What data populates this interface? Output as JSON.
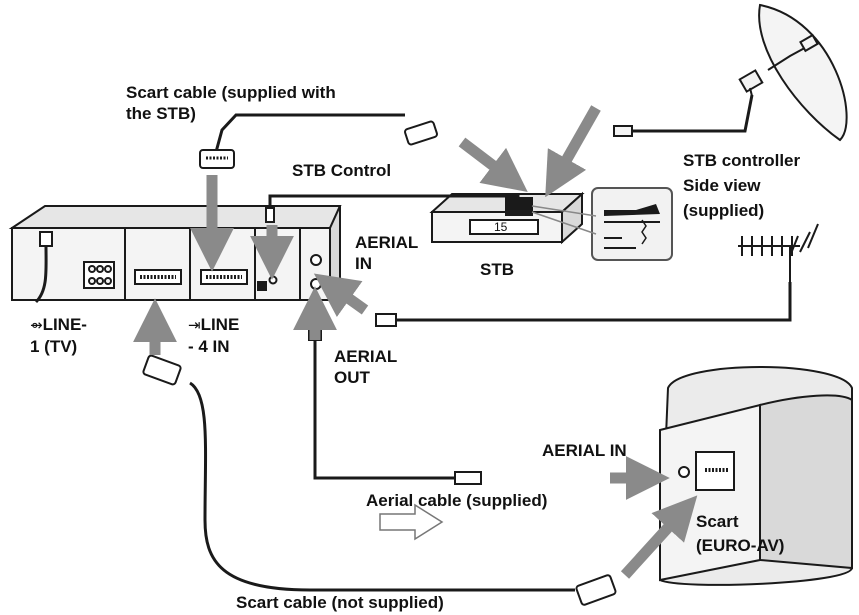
{
  "labels": {
    "scart_stb_line1": "Scart cable (supplied with",
    "scart_stb_line2": "the STB)",
    "stb_control": "STB Control",
    "stb_controller_line1": "STB controller",
    "stb_controller_line2": "Side view",
    "stb_controller_line3": "(supplied)",
    "aerial_in_vcr_line1": "AERIAL",
    "aerial_in_vcr_line2": "IN",
    "stb": "STB",
    "line1_glyph": "⇴",
    "line1_line1": "LINE-",
    "line1_line2": "1 (TV)",
    "line4_glyph": "⇥",
    "line4_line1": "LINE",
    "line4_line2": "- 4 IN",
    "aerial_out_line1": "AERIAL",
    "aerial_out_line2": "OUT",
    "aerial_in_tv": "AERIAL IN",
    "aerial_cable": "Aerial cable (supplied)",
    "scart_tv_line1": "Scart",
    "scart_tv_line2": "(EURO-AV)",
    "scart_not_supplied": "Scart cable (not supplied)",
    "stb_display": "15"
  },
  "colors": {
    "line": "#1a1a1a",
    "arrow": "#8a8a8a",
    "fill_light": "#f4f4f4",
    "fill_mid": "#d9d9d9"
  }
}
